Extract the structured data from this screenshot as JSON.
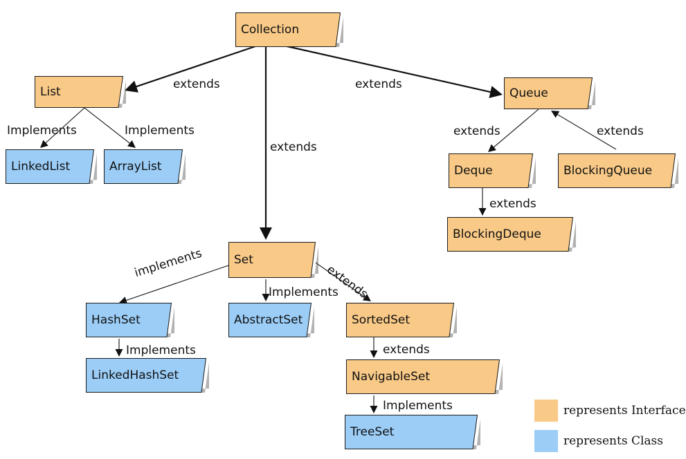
{
  "colors": {
    "interface": "#f8c987",
    "class": "#9bcdf7",
    "border": "#1a1a1a",
    "shadow": "#555555",
    "edge": "#111111"
  },
  "nodes": {
    "collection": {
      "label": "Collection",
      "kind": "interface"
    },
    "list": {
      "label": "List",
      "kind": "interface"
    },
    "queue": {
      "label": "Queue",
      "kind": "interface"
    },
    "linkedlist": {
      "label": "LinkedList",
      "kind": "class"
    },
    "arraylist": {
      "label": "ArrayList",
      "kind": "class"
    },
    "deque": {
      "label": "Deque",
      "kind": "interface"
    },
    "blockingqueue": {
      "label": "BlockingQueue",
      "kind": "interface"
    },
    "blockingdeque": {
      "label": "BlockingDeque",
      "kind": "interface"
    },
    "set": {
      "label": "Set",
      "kind": "interface"
    },
    "hashset": {
      "label": "HashSet",
      "kind": "class"
    },
    "abstractset": {
      "label": "AbstractSet",
      "kind": "class"
    },
    "sortedset": {
      "label": "SortedSet",
      "kind": "interface"
    },
    "linkedhashset": {
      "label": "LinkedHashSet",
      "kind": "class"
    },
    "navigableset": {
      "label": "NavigableSet",
      "kind": "interface"
    },
    "treeset": {
      "label": "TreeSet",
      "kind": "class"
    }
  },
  "edges": [
    {
      "from": "collection",
      "to": "list",
      "label": "extends"
    },
    {
      "from": "collection",
      "to": "set",
      "label": "extends"
    },
    {
      "from": "collection",
      "to": "queue",
      "label": "extends"
    },
    {
      "from": "list",
      "to": "linkedlist",
      "label": "Implements"
    },
    {
      "from": "list",
      "to": "arraylist",
      "label": "Implements"
    },
    {
      "from": "queue",
      "to": "deque",
      "label": "extends"
    },
    {
      "from": "blockingqueue",
      "to": "queue",
      "label": "extends"
    },
    {
      "from": "deque",
      "to": "blockingdeque",
      "label": "extends"
    },
    {
      "from": "set",
      "to": "hashset",
      "label": "implements"
    },
    {
      "from": "set",
      "to": "abstractset",
      "label": "Implements"
    },
    {
      "from": "set",
      "to": "sortedset",
      "label": "extends"
    },
    {
      "from": "hashset",
      "to": "linkedhashset",
      "label": "Implements"
    },
    {
      "from": "sortedset",
      "to": "navigableset",
      "label": "extends"
    },
    {
      "from": "navigableset",
      "to": "treeset",
      "label": "Implements"
    }
  ],
  "legend": [
    {
      "label": "represents Interface",
      "kind": "interface"
    },
    {
      "label": "represents Class",
      "kind": "class"
    }
  ]
}
